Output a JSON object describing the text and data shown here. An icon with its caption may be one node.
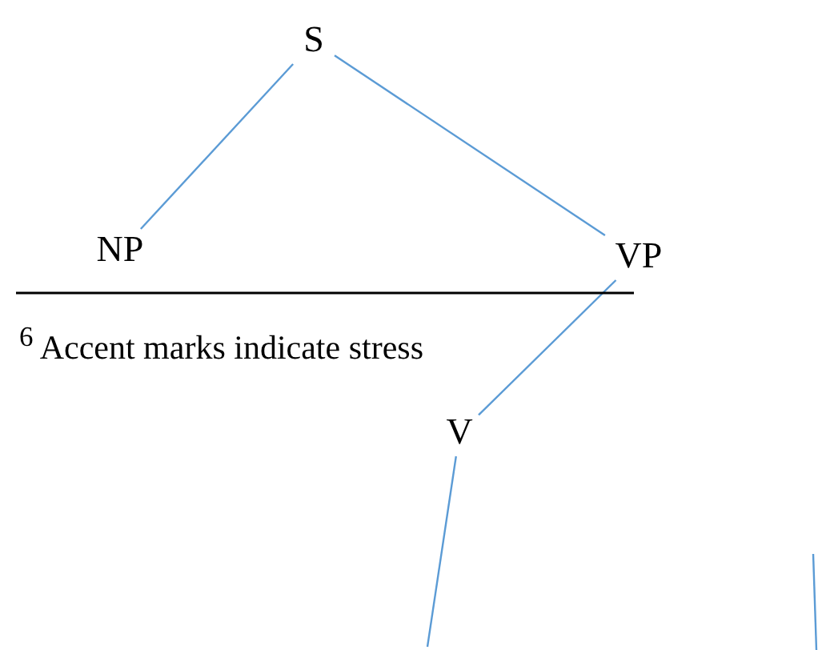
{
  "diagram": {
    "nodes": [
      {
        "text": [
          "S"
        ]
      },
      {
        "text": [
          "NP"
        ]
      },
      {
        "text": [
          "VP"
        ]
      },
      {
        "text": [
          "V"
        ]
      }
    ],
    "edges": [
      {
        "from": 0,
        "to": 1,
        "arrow": "none"
      },
      {
        "from": 0,
        "to": 2,
        "arrow": "none"
      },
      {
        "from": 2,
        "to": 3,
        "arrow": "none"
      },
      {
        "from": 3,
        "to": null,
        "arrow": "none"
      }
    ],
    "labels": [
      "$^{6}$ Accent marks indicate stress"
    ]
  }
}
